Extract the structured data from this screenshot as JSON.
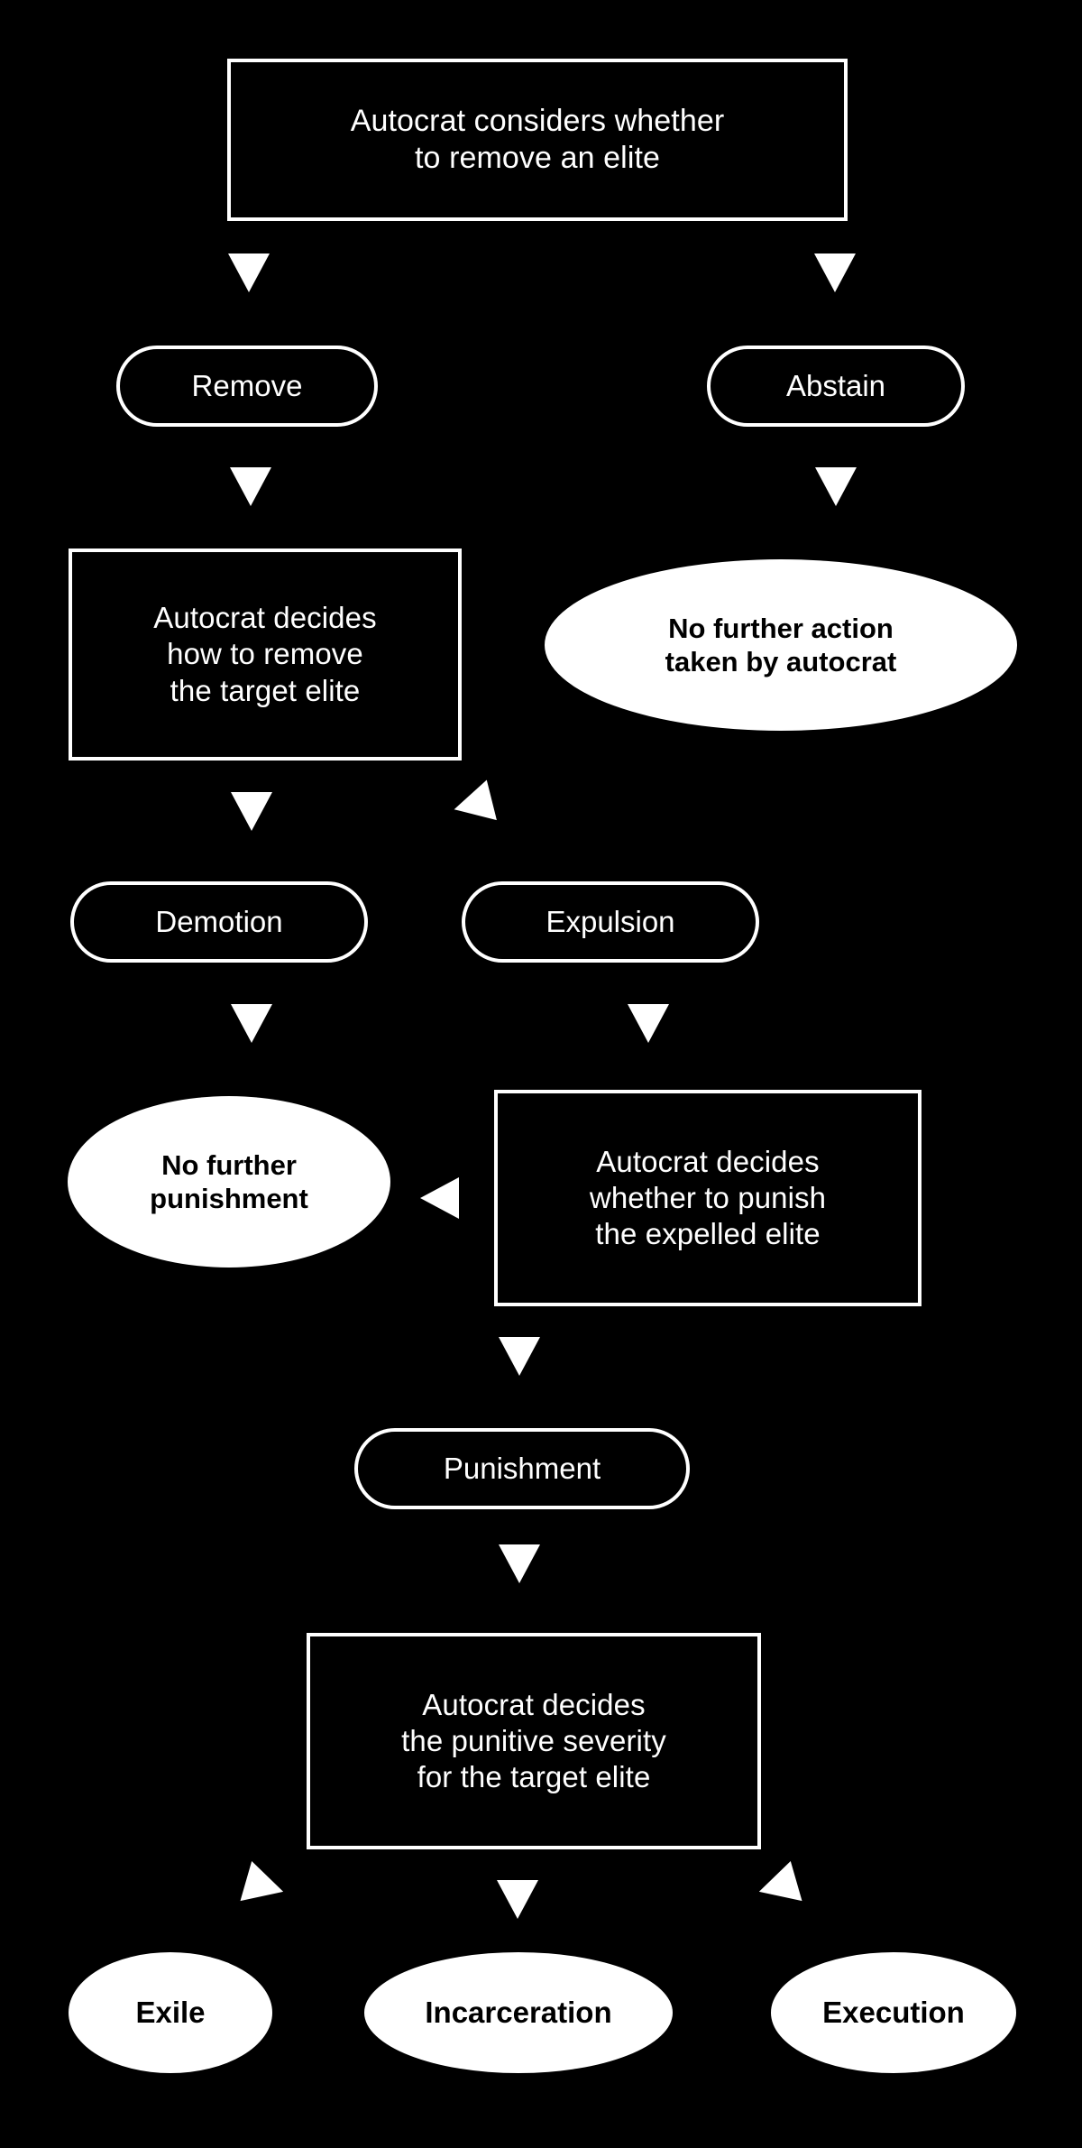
{
  "diagram": {
    "title": "Autocrat elite removal decision flowchart",
    "background_color": "#000000",
    "stroke_color": "#ffffff",
    "terminal_fill_color": "#ffffff",
    "terminal_text_color": "#000000"
  },
  "nodes": {
    "consider": {
      "label": "Autocrat considers whether\nto remove an elite",
      "shape": "rectangle"
    },
    "remove": {
      "label": "Remove",
      "shape": "pill"
    },
    "abstain": {
      "label": "Abstain",
      "shape": "pill"
    },
    "decide_how": {
      "label": "Autocrat decides\nhow to remove\nthe target elite",
      "shape": "rectangle"
    },
    "no_action": {
      "label": "No further action\ntaken by autocrat",
      "shape": "ellipse"
    },
    "demotion": {
      "label": "Demotion",
      "shape": "pill"
    },
    "expulsion": {
      "label": "Expulsion",
      "shape": "pill"
    },
    "no_punishment": {
      "label": "No further\npunishment",
      "shape": "ellipse"
    },
    "decide_punish": {
      "label": "Autocrat decides\nwhether to punish\nthe expelled elite",
      "shape": "rectangle"
    },
    "punishment": {
      "label": "Punishment",
      "shape": "pill"
    },
    "decide_severity": {
      "label": "Autocrat decides\nthe punitive severity\nfor the target elite",
      "shape": "rectangle"
    },
    "exile": {
      "label": "Exile",
      "shape": "ellipse"
    },
    "incarceration": {
      "label": "Incarceration",
      "shape": "ellipse"
    },
    "execution": {
      "label": "Execution",
      "shape": "ellipse"
    }
  },
  "edges": [
    {
      "from": "consider",
      "to": "remove",
      "direction": "down"
    },
    {
      "from": "consider",
      "to": "abstain",
      "direction": "down"
    },
    {
      "from": "remove",
      "to": "decide_how",
      "direction": "down"
    },
    {
      "from": "abstain",
      "to": "no_action",
      "direction": "down"
    },
    {
      "from": "decide_how",
      "to": "demotion",
      "direction": "down"
    },
    {
      "from": "decide_how",
      "to": "expulsion",
      "direction": "left"
    },
    {
      "from": "demotion",
      "to": "no_punishment",
      "direction": "down"
    },
    {
      "from": "expulsion",
      "to": "decide_punish",
      "direction": "down"
    },
    {
      "from": "decide_punish",
      "to": "no_punishment",
      "direction": "left"
    },
    {
      "from": "decide_punish",
      "to": "punishment",
      "direction": "down"
    },
    {
      "from": "punishment",
      "to": "decide_severity",
      "direction": "down"
    },
    {
      "from": "decide_severity",
      "to": "exile",
      "direction": "right"
    },
    {
      "from": "decide_severity",
      "to": "incarceration",
      "direction": "down"
    },
    {
      "from": "decide_severity",
      "to": "execution",
      "direction": "left"
    }
  ]
}
